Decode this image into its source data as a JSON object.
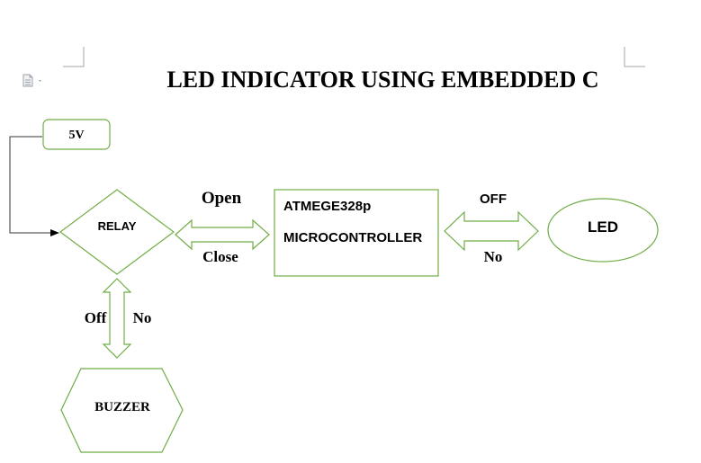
{
  "title": "LED INDICATOR USING EMBEDDED C",
  "nodes": {
    "power": "5V",
    "relay": "RELAY",
    "mcu_line1": "ATMEGE328p",
    "mcu_line2": "MICROCONTROLLER",
    "led": "LED",
    "buzzer": "BUZZER"
  },
  "edges": {
    "relay_mcu_top": "Open",
    "relay_mcu_bottom": "Close",
    "mcu_led_top": "OFF",
    "mcu_led_bottom": "No",
    "relay_buzzer_left": "Off",
    "relay_buzzer_right": "No"
  },
  "colors": {
    "shape_stroke": "#70ad47",
    "arrow_line": "#333333",
    "margin_mark": "#a6a6a6"
  },
  "icons": {
    "document": "document-icon"
  }
}
